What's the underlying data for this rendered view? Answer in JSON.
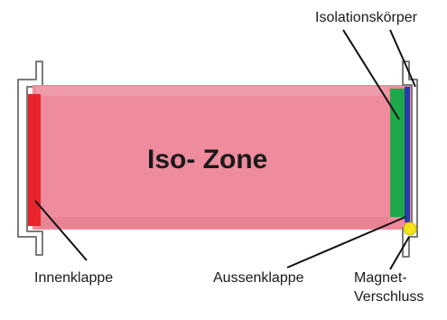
{
  "zone": {
    "label": "Iso- Zone"
  },
  "labels": {
    "isolationskoerper": "Isolationskörper",
    "innenklappe": "Innenklappe",
    "aussenklappe": "Aussenklappe",
    "magnet_line1": "Magnet-",
    "magnet_line2": "Verschluss"
  },
  "colors": {
    "zone_fill": "#ee8b9c",
    "zone_shade": "#f3a9b4",
    "innenklappe": "#e8242c",
    "aussenklappe_body": "#1fa84a",
    "aussenklappe_edge": "#2a3aa8",
    "magnet": "#f2e31b",
    "frame": "#7a7a7a"
  }
}
